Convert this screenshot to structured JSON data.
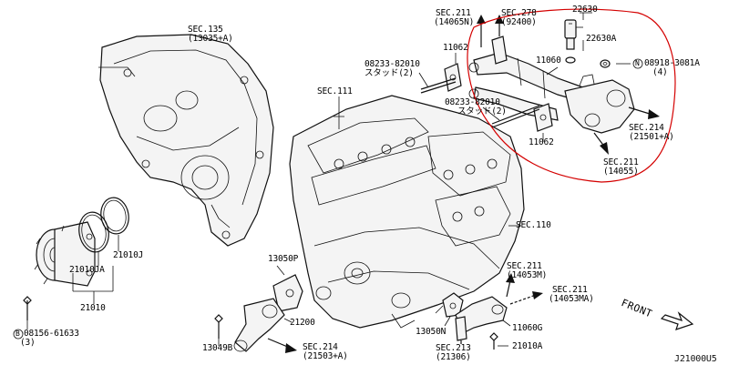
{
  "labels": {
    "sec135": "SEC.135",
    "sec135_code": "(13035+A)",
    "sec111": "SEC.111",
    "sec110": "SEC.110",
    "sec211_top": "SEC.211",
    "sec211_top_code": "(14065N)",
    "sec278": "SEC.278",
    "sec278_code": "(92400)",
    "p22630": "22630",
    "p22630a": "22630A",
    "p11062_top": "11062",
    "p11060": "11060",
    "stud_top_num": "08233-82010",
    "stud_top_text": "スタッド(2)",
    "stud_mid_num": "08233-82010",
    "stud_mid_text": "スタッド(2)",
    "n_bolt_num": "08918-3081A",
    "n_bolt_qty": "(4)",
    "p11062_bot": "11062",
    "sec214_right": "SEC.214",
    "sec214_right_code": "(21501+A)",
    "sec211_right": "SEC.211",
    "sec211_right_code": "(14055)",
    "p21010j": "21010J",
    "p21010ja": "21010JA",
    "p21010": "21010",
    "b_bolt_num": "08156-61633",
    "b_bolt_qty": "(3)",
    "p13050p": "13050P",
    "p21200": "21200",
    "p13049b": "13049B",
    "sec214_bot": "SEC.214",
    "sec214_bot_code": "(21503+A)",
    "sec211_b1": "SEC.211",
    "sec211_b1_code": "(14053M)",
    "sec211_b2": "SEC.211",
    "sec211_b2_code": "(14053MA)",
    "p13050n": "13050N",
    "sec213": "SEC.213",
    "sec213_code": "(21306)",
    "p11060g": "11060G",
    "p21010a": "21010A",
    "front": "FRONT",
    "sheet_code": "J21000U5",
    "n_symbol": "N",
    "b_symbol": "B"
  },
  "colors": {
    "highlight": "#d40000",
    "ink": "#111111",
    "background": "#ffffff"
  }
}
